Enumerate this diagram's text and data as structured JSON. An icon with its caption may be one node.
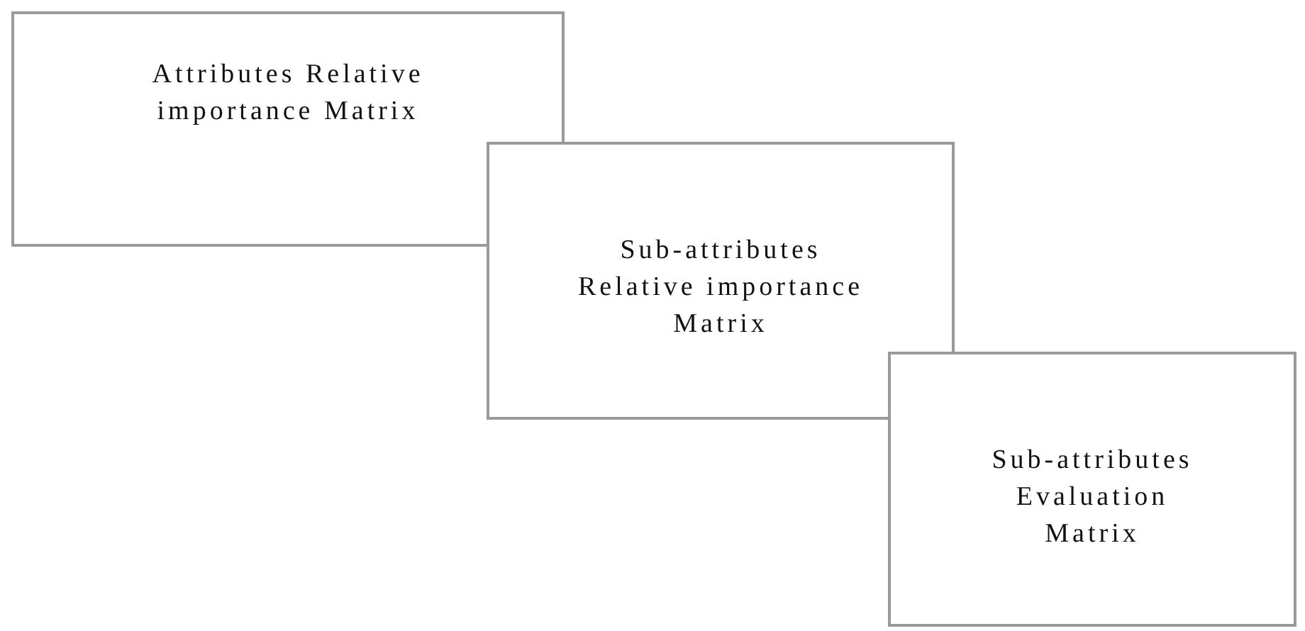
{
  "diagram": {
    "nodes": [
      {
        "text": [
          "Attributes Relative importance Matrix"
        ]
      },
      {
        "text": [
          "Sub-attributes Relative importance Matrix"
        ]
      },
      {
        "text": [
          "Sub-attributes Evaluation Matrix"
        ]
      }
    ]
  }
}
